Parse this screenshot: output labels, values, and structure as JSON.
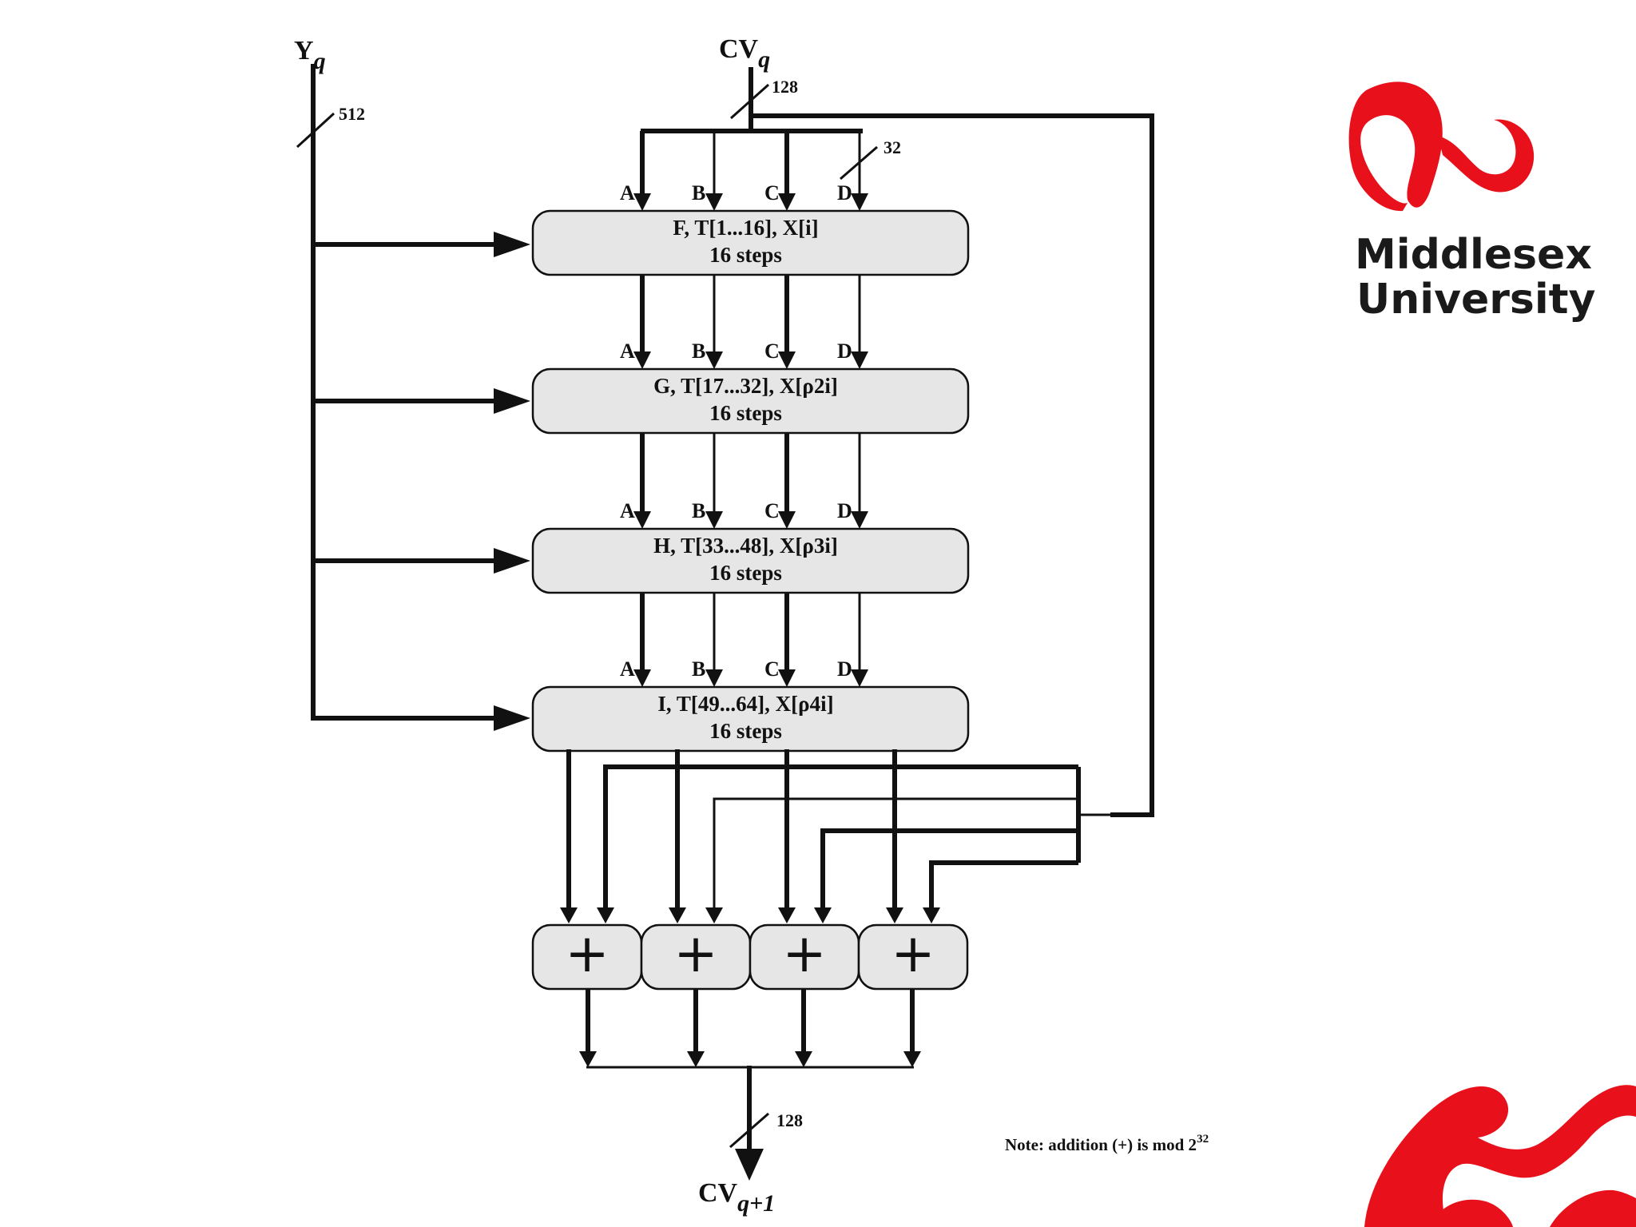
{
  "inputs": {
    "block": {
      "label": "Y",
      "subscript": "q",
      "width": "512"
    },
    "chaining": {
      "label": "CV",
      "subscript": "q",
      "width": "128"
    },
    "word_width": "32"
  },
  "registers": [
    "A",
    "B",
    "C",
    "D"
  ],
  "rounds": [
    {
      "func": "F, T[1...16], X[i]",
      "steps": "16 steps"
    },
    {
      "func": "G, T[17...32], X[ρ2i]",
      "steps": "16 steps"
    },
    {
      "func": "H, T[33...48], X[ρ3i]",
      "steps": "16 steps"
    },
    {
      "func": "I, T[49...64], X[ρ4i]",
      "steps": "16 steps"
    }
  ],
  "adders": [
    "+",
    "+",
    "+",
    "+"
  ],
  "output": {
    "label": "CV",
    "subscript": "q+1",
    "width": "128"
  },
  "note": {
    "text": "Note:  addition (+) is mod 2",
    "superscript": "32"
  },
  "logo": {
    "line1": "Middlesex",
    "line2": "University"
  },
  "colors": {
    "logo_red": "#e8101a",
    "box_fill": "#e6e6e6",
    "line": "#111111"
  }
}
